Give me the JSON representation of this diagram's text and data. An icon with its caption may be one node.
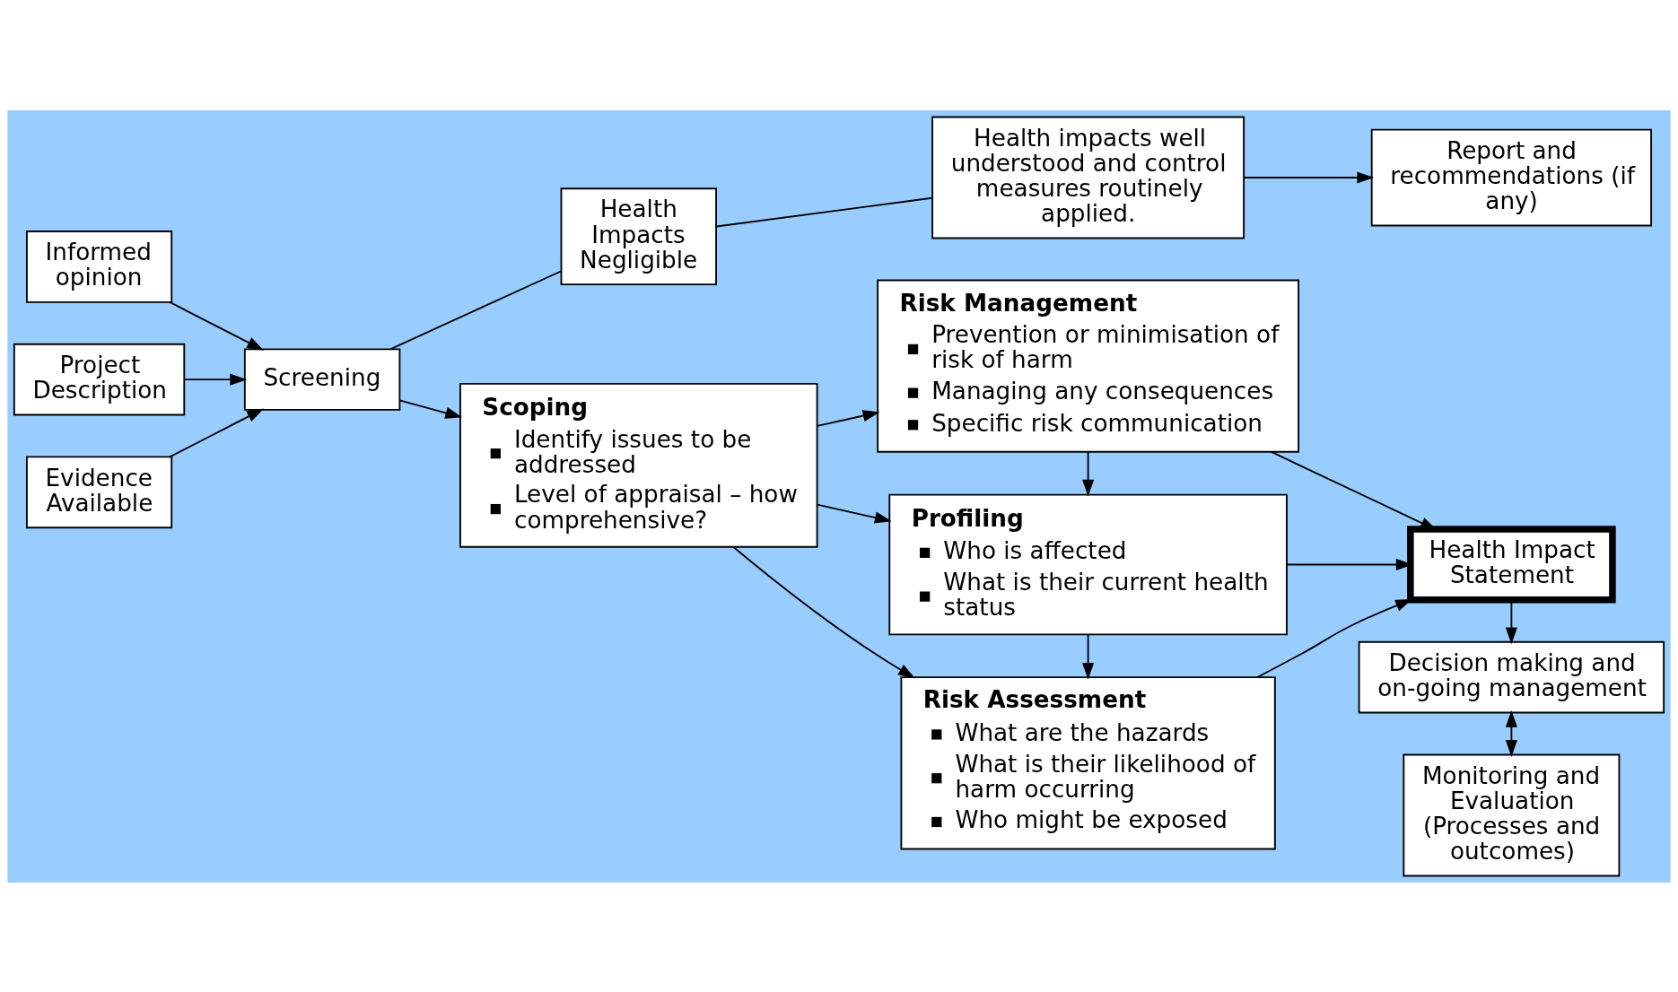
{
  "diagram": {
    "nodes": [
      {
        "text": [
          "Informed opinion"
        ]
      },
      {
        "text": [
          "Project Description"
        ]
      },
      {
        "text": [
          "Evidence Available"
        ]
      },
      {
        "text": [
          "Screening"
        ]
      },
      {
        "text": [
          "Health Impacts Negligible"
        ]
      },
      {
        "text": [
          "Health impacts well understood and control measures routinely applied."
        ]
      },
      {
        "text": [
          "Report and recommendations (if any)"
        ]
      },
      {
        "text": [
          "Scoping",
          "Identify issues to be addressed",
          "Level of appraisal – how comprehensive?"
        ]
      },
      {
        "text": [
          "Risk Management",
          "Prevention or minimisation of risk of harm",
          "Managing any consequences",
          "Specific risk communication"
        ]
      },
      {
        "text": [
          "Profiling",
          "Who is affected",
          "What is their current health status"
        ]
      },
      {
        "text": [
          "Risk Assessment",
          "What are the hazards",
          "What is their likelihood of harm occurring",
          "Who might be exposed"
        ]
      },
      {
        "text": [
          "Health Impact Statement"
        ]
      },
      {
        "text": [
          "Decision making and on-going management"
        ]
      },
      {
        "text": [
          "Monitoring and Evaluation (Processes and outcomes)"
        ]
      }
    ],
    "edges": [
      {
        "from": 0,
        "to": 3,
        "arrow": "to"
      },
      {
        "from": 1,
        "to": 3,
        "arrow": "to"
      },
      {
        "from": 2,
        "to": 3,
        "arrow": "to"
      },
      {
        "from": 3,
        "to": 4,
        "arrow": "none"
      },
      {
        "from": 4,
        "to": 5,
        "arrow": "none"
      },
      {
        "from": 5,
        "to": 6,
        "arrow": "to"
      },
      {
        "from": 3,
        "to": 7,
        "arrow": "to"
      },
      {
        "from": 7,
        "to": 8,
        "arrow": "to"
      },
      {
        "from": 7,
        "to": 9,
        "arrow": "to"
      },
      {
        "from": 7,
        "to": 10,
        "arrow": "to"
      },
      {
        "from": 8,
        "to": 9,
        "arrow": "to"
      },
      {
        "from": 9,
        "to": 10,
        "arrow": "to"
      },
      {
        "from": 8,
        "to": 11,
        "arrow": "to"
      },
      {
        "from": 9,
        "to": 11,
        "arrow": "to"
      },
      {
        "from": 10,
        "to": 11,
        "arrow": "to"
      },
      {
        "from": 11,
        "to": 12,
        "arrow": "to"
      },
      {
        "from": 12,
        "to": 13,
        "arrow": "both"
      }
    ]
  }
}
